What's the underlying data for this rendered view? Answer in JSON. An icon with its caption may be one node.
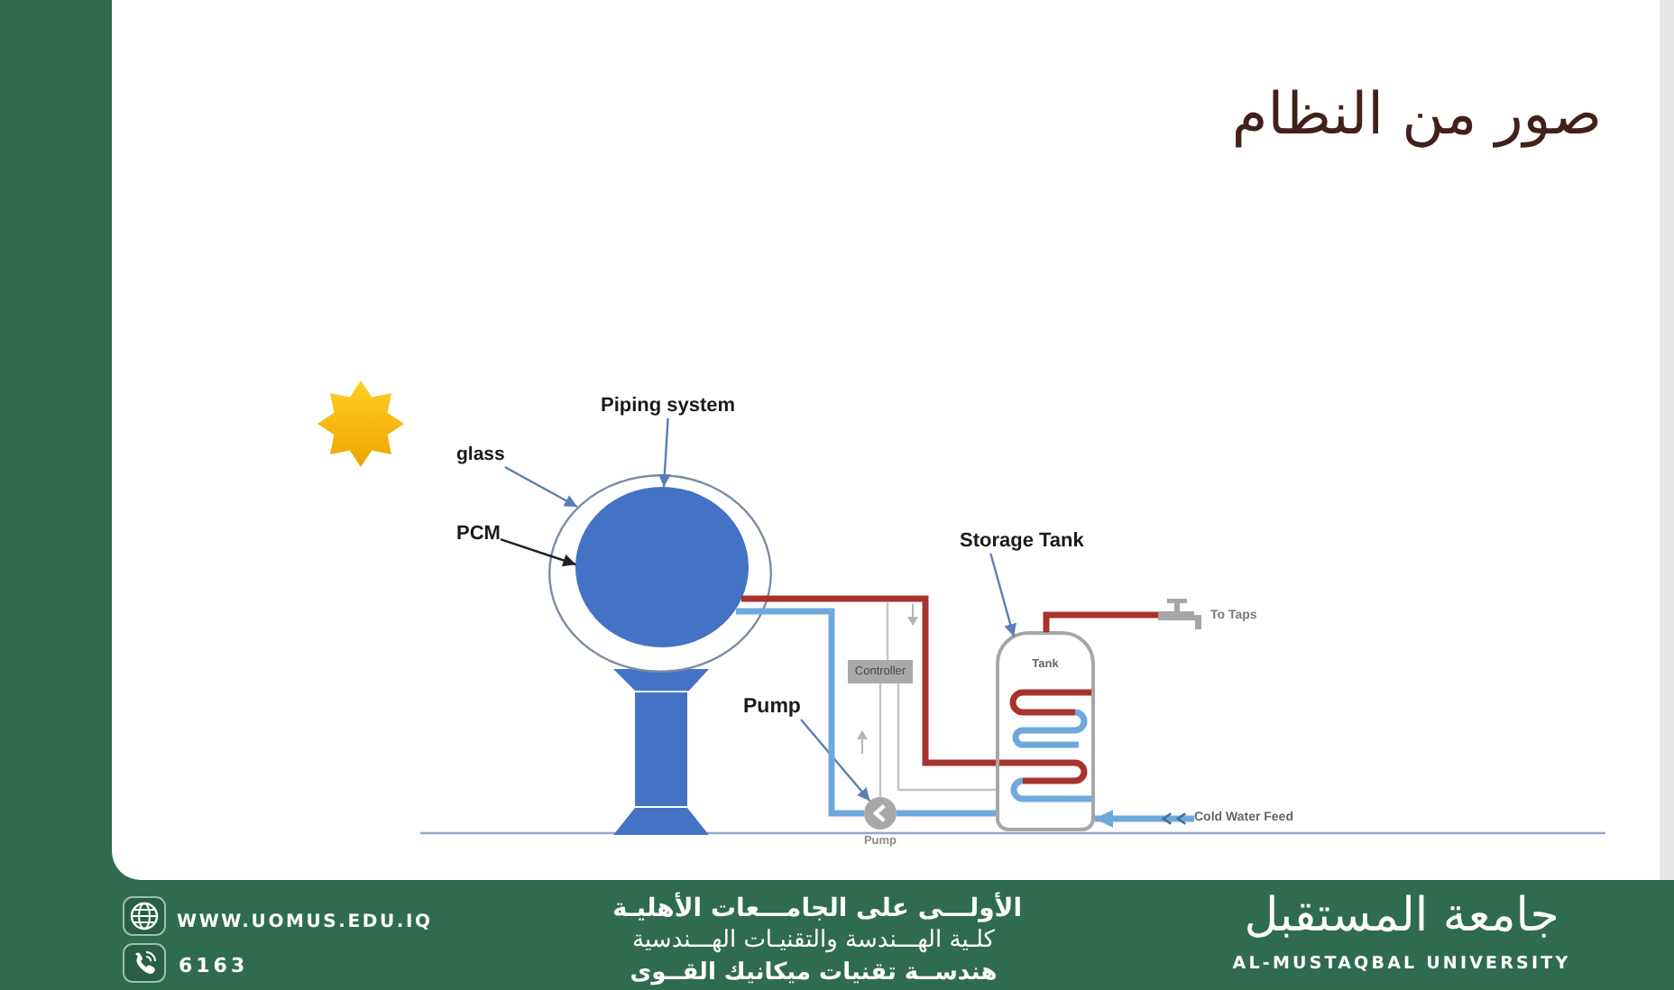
{
  "diagram": {
    "title": "صور من النظام",
    "nodes": [
      {
        "text": [
          "Piping system"
        ]
      },
      {
        "text": [
          "glass"
        ]
      },
      {
        "text": [],
        "shape": "circle"
      },
      {
        "text": [],
        "shape": "circle",
        "in": 2
      },
      {
        "text": [
          "PCM"
        ]
      },
      {
        "text": [
          "Storage Tank"
        ]
      },
      {
        "text": [],
        "shape": "picture",
        "beside": [
          "To Taps"
        ]
      },
      {
        "text": [
          "Tank"
        ]
      },
      {
        "text": [
          "Controller"
        ]
      },
      {
        "text": [
          "Pump"
        ]
      },
      {
        "text": [],
        "shape": "circle",
        "beside": [
          "Pump"
        ]
      },
      {
        "text": [
          "Cold Water Feed"
        ]
      },
      {
        "text": [],
        "shape": "picture"
      }
    ],
    "edges": [
      {
        "from": 0,
        "to": 3,
        "arrow": "to"
      },
      {
        "from": 1,
        "to": 2,
        "arrow": "to"
      },
      {
        "from": 4,
        "to": 3,
        "arrow": "to",
        "color": "#1f1f1f"
      },
      {
        "from": 5,
        "to": 7,
        "arrow": "to"
      },
      {
        "from": 9,
        "to": 10,
        "arrow": "to"
      },
      {
        "from": 3,
        "to": 7,
        "arrow": "none",
        "style": "thick",
        "color": "#a8322d"
      },
      {
        "from": 3,
        "to": 10,
        "arrow": "none",
        "style": "thick",
        "color": "#6fa8dc"
      },
      {
        "from": 10,
        "to": 7,
        "arrow": "none",
        "style": "thick",
        "color": "#6fa8dc"
      },
      {
        "from": 7,
        "to": 6,
        "arrow": "none",
        "style": "thick",
        "color": "#a8322d"
      },
      {
        "from": 11,
        "to": 7,
        "arrow": "to",
        "style": "thick",
        "color": "#6fa8dc"
      },
      {
        "from": 8,
        "to": 7,
        "arrow": "none",
        "color": "#c4c4c4"
      },
      {
        "from": 8,
        "to": 10,
        "arrow": "none",
        "color": "#c4c4c4"
      },
      {
        "from": 8,
        "to": null,
        "arrow": "none",
        "color": "#c4c4c4"
      }
    ],
    "labels": [
      "WWW.UOMUS.EDU.IQ",
      "6163",
      "الأولـــى على الجامـــعات الأهليـة",
      "كلـية الهـــندسة والتقنيـات الهـــندسية",
      "هندســة تقنيات ميكانيك القــوى",
      "جامعة المستقبل",
      "AL-MUSTAQBAL UNIVERSITY"
    ]
  }
}
